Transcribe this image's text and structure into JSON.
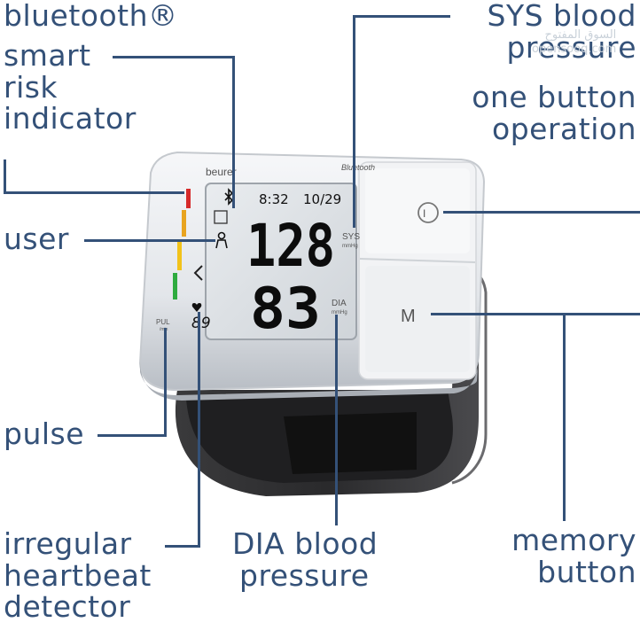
{
  "labels": {
    "bluetooth": "bluetooth®",
    "smart_risk": [
      "smart",
      "risk",
      "indicator"
    ],
    "user": "user",
    "pulse": "pulse",
    "irregular": [
      "irregular",
      "heartbeat",
      "detector"
    ],
    "sys": [
      "SYS blood",
      "pressure"
    ],
    "one_button": [
      "one button",
      "operation"
    ],
    "dia": [
      "DIA blood",
      "pressure"
    ],
    "memory": [
      "memory",
      "button"
    ]
  },
  "device": {
    "brand": "beurer",
    "bluetooth_mark": "Bluetooth",
    "time": "8:32",
    "date": "10/29",
    "sys_value": "128",
    "dia_value": "83",
    "pulse_value": "89",
    "sys_tag": "SYS",
    "sys_unit": "mmHg",
    "dia_tag": "DIA",
    "dia_unit": "mmHg",
    "pul_tag": "PUL",
    "pul_unit": "/min",
    "memory_button": "M",
    "power_button": "I"
  },
  "watermark": [
    "السوق المفتوح",
    "opensooq.com"
  ],
  "colors": {
    "text": "#345178",
    "risk_red": "#d62a2a",
    "risk_yellow": "#f2c21a",
    "risk_green": "#2eab3f"
  },
  "icons": [
    "bluetooth-icon",
    "user-icon",
    "heart-icon",
    "power-icon"
  ]
}
